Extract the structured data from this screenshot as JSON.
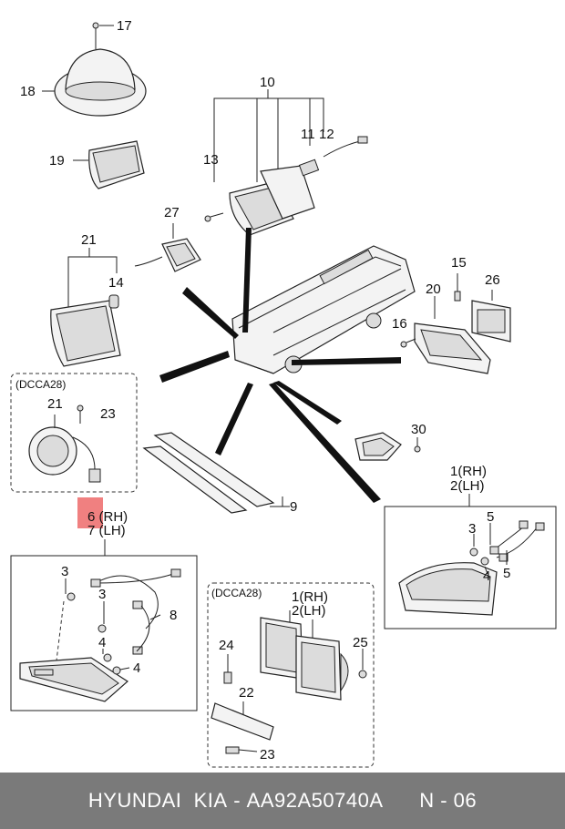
{
  "callouts": {
    "n17": "17",
    "n18": "18",
    "n19": "19",
    "n10": "10",
    "n11": "11",
    "n12": "12",
    "n13": "13",
    "n27": "27",
    "n21a": "21",
    "n14": "14",
    "n15": "15",
    "n26": "26",
    "n20": "20",
    "n16": "16",
    "n21b": "21",
    "n23a": "23",
    "n30": "30",
    "n9": "9",
    "n6rh": "6 (RH)",
    "n7lh": "7 (LH)",
    "n1rh_a": "1(RH)",
    "n2lh_a": "2(LH)",
    "n3a": "3",
    "n5a": "5",
    "n4a": "4",
    "n5b": "5",
    "n3b": "3",
    "n3c": "3",
    "n8": "8",
    "n4b": "4",
    "n4c": "4",
    "n1rh_b": "1(RH)",
    "n2lh_b": "2(LH)",
    "n24": "24",
    "n25": "25",
    "n22": "22",
    "n23b": "23"
  },
  "variant_labels": {
    "box_left": "(DCCA28)",
    "box_bottom": "(DCCA28)"
  },
  "highlight_color": "#f08080",
  "footer": {
    "brand": "HYUNDAI  KIA",
    "separator": " - ",
    "part_number": "AA92A50740A",
    "page_code": "N - 06"
  }
}
